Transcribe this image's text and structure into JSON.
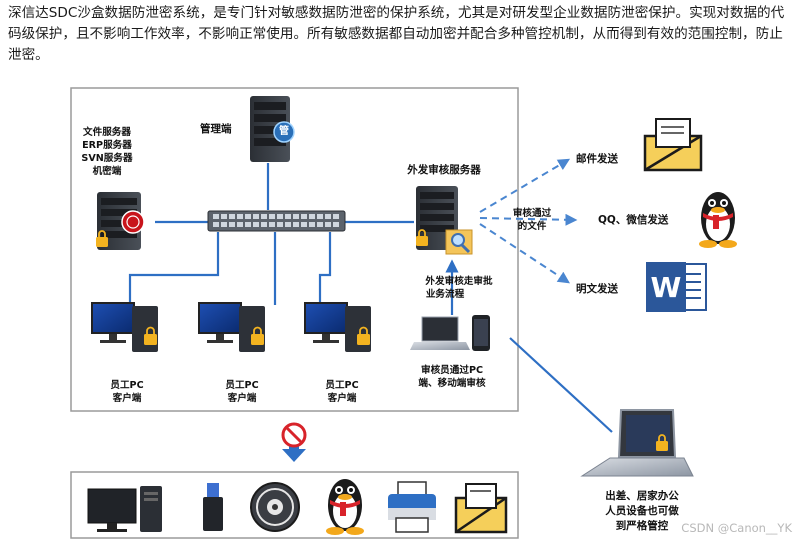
{
  "intro_text": "深信达SDC沙盒数据防泄密系统，是专门针对敏感数据防泄密的保护系统，尤其是对研发型企业数据防泄密保护。实现对数据的代码级保护，且不影响工作效率，不影响正常使用。所有敏感数据都自动加密并配合多种管控机制，从而得到有效的范围控制，防止泄密。",
  "diagram": {
    "admin_label": "管理端",
    "admin_badge": "管",
    "servers_label": [
      "文件服务器",
      "ERP服务器",
      "SVN服务器",
      "机密端"
    ],
    "outbound_server_label": "外发审核服务器",
    "approved_files_label": [
      "审核通过",
      "的文件"
    ],
    "approval_flow_label": [
      "外发审核走审批",
      "业务流程"
    ],
    "reviewer_label": [
      "审核员通过PC",
      "端、移动端审核"
    ],
    "clients": [
      {
        "label": [
          "员工PC",
          "客户端"
        ]
      },
      {
        "label": [
          "员工PC",
          "客户端"
        ]
      },
      {
        "label": [
          "员工PC",
          "客户端"
        ]
      }
    ],
    "outputs": [
      {
        "label": "邮件发送",
        "icon": "mail-icon"
      },
      {
        "label": "QQ、微信发送",
        "icon": "qq-penguin-icon"
      },
      {
        "label": "明文发送",
        "icon": "word-icon"
      }
    ],
    "remote_label": [
      "出差、居家办公",
      "人员设备也可做",
      "到严格管控"
    ],
    "blocked_items": [
      "desktop-pc-icon",
      "usb-drive-icon",
      "cd-disc-icon",
      "qq-penguin-icon",
      "printer-icon",
      "mail-icon"
    ],
    "colors": {
      "line": "#2e6fc4",
      "dash": "#4a86d0",
      "no_sign": "#d8232a",
      "lock": "#f3b320",
      "word": "#2b579a"
    }
  },
  "watermark": "CSDN @Canon__YK"
}
